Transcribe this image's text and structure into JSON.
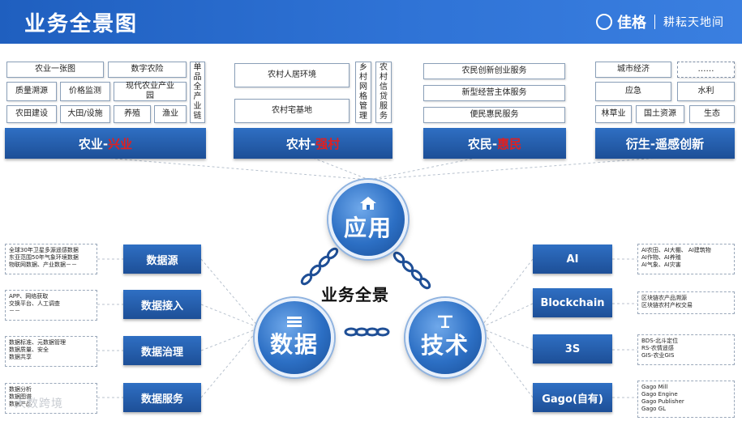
{
  "header": {
    "title": "业务全景图",
    "brand_name": "佳格",
    "slogan": "耕耘天地间"
  },
  "top": {
    "agri": {
      "items": [
        "农业一张图",
        "数字农险",
        "质量溯源",
        "价格监测",
        "现代农业产业园",
        "农田建设",
        "大田/设施",
        "养殖",
        "渔业"
      ],
      "side": "单品全产业链",
      "cat_prefix": "农业-",
      "cat_em": "兴业"
    },
    "village": {
      "items": [
        "农村人居环境",
        "农村宅基地"
      ],
      "side1": "乡村网格管理",
      "side2": "农村信贷服务",
      "cat_prefix": "农村-",
      "cat_em": "强村"
    },
    "farmer": {
      "items": [
        "农民创新创业服务",
        "新型经营主体服务",
        "便民惠民服务"
      ],
      "cat_prefix": "农民-",
      "cat_em": "惠民"
    },
    "derive": {
      "items": [
        "城市经济",
        "……",
        "应急",
        "水利",
        "林草业",
        "国土资源",
        "生态"
      ],
      "cat": "衍生-遥感创新"
    }
  },
  "circles": {
    "app": "应用",
    "data": "数据",
    "tech": "技术",
    "center": "业务全景"
  },
  "left": [
    {
      "label": "数据源",
      "note": [
        "全球30年卫星多源遥感数据",
        "东亚范围50年气象环境数据",
        "物联网数据、产业数据－－"
      ]
    },
    {
      "label": "数据接入",
      "note": [
        "APP、网络获取",
        "交换平台、人工调查",
        "－－"
      ]
    },
    {
      "label": "数据治理",
      "note": [
        "数据标准、元数据管理",
        "数据质量、安全",
        "数据共享"
      ]
    },
    {
      "label": "数据服务",
      "note": [
        "数据分析",
        "数据图谱",
        "数据产品"
      ]
    }
  ],
  "right": [
    {
      "label": "AI",
      "note": [
        "AI农田、AI大棚、 AI建筑物",
        "AI作物、AI养殖",
        "AI气象、AI灾害"
      ]
    },
    {
      "label": "Blockchain",
      "note": [
        "区块链农产品溯源",
        "区块链农村产权交易"
      ]
    },
    {
      "label": "3S",
      "note": [
        "BDS-北斗定位",
        "RS-农情遥感",
        "GIS-农业GIS"
      ]
    },
    {
      "label": "Gago(自有)",
      "note": [
        "Gago Mill",
        "Gago Engine",
        "Gago Publisher",
        "Gago GL"
      ]
    }
  ],
  "watermark": "大数跨境",
  "colors": {
    "primary": "#2c6fc4",
    "accent_red": "#e02020",
    "header": "#2f73d6"
  }
}
